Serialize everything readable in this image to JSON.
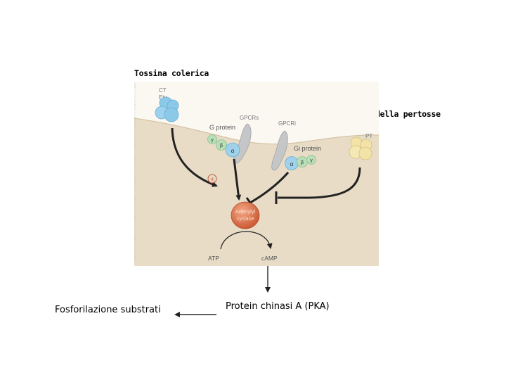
{
  "labels": {
    "cholera_toxin": "Tossina colerica",
    "pertussis_toxin": "Tossina della pertosse",
    "pka": "Protein chinasi A (PKA)",
    "phosphorylation": "Fosforilazione substrati"
  },
  "diagram": {
    "ct_label_1": "CT",
    "ct_label_2": "Etx",
    "gpcr_s": "GPCRs",
    "gpcr_i": "GPCRi",
    "g_protein_s": "G protein",
    "g_protein_i": "Gi protein",
    "pt_label": "PT",
    "alpha": "α",
    "beta": "β",
    "gamma": "γ",
    "plus": "+",
    "adenylyl_1": "Adenylyl",
    "adenylyl_2": "cyclase",
    "atp": "ATP",
    "camp": "cAMP"
  },
  "colors": {
    "background": "#fbf8f2",
    "membrane": "#e8dcc6",
    "ct_toxin": "#8cc8e8",
    "pt_toxin": "#f4e3a8",
    "alpha_subunit": "#9fd1ea",
    "beta_gamma": "#b8dfb7",
    "receptor": "#c4c6c8",
    "adenylyl_cyclase": "#e07a52"
  }
}
